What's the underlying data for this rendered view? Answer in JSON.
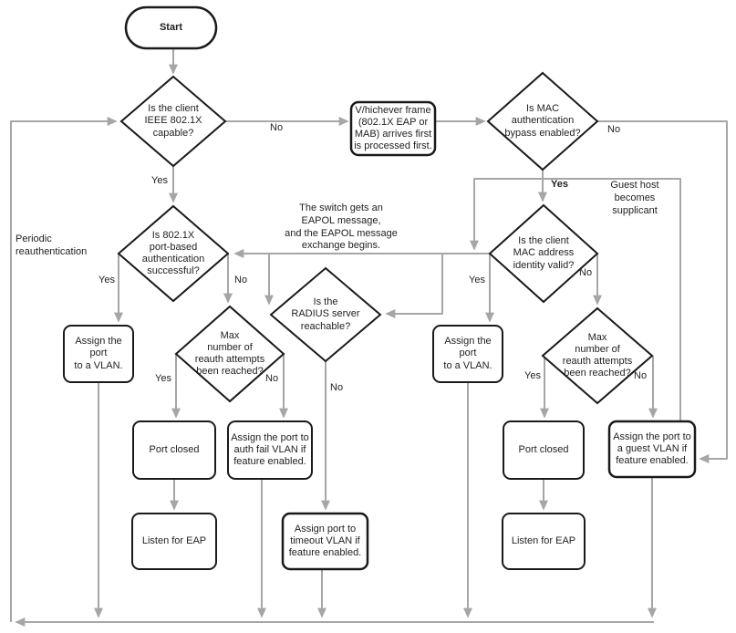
{
  "nodes": {
    "start": "Start",
    "client_capable": "Is the client\nIEEE 802.1X\ncapable?",
    "whichever_frame": "V/hichever frame\n(802.1X EAP or\nMAB) arrives first\nis processed first.",
    "mab_enabled": "Is MAC\nauthentication\nbypass enabled?",
    "port_auth_success": "Is 802.1X\nport-based\nauthentication\nsuccessful?",
    "mac_identity_valid": "Is the client\nMAC address\nidentity valid?",
    "assign_vlan_left": "Assign the port\nto a VLAN.",
    "max_reauth_left": "Max\nnumber of\nreauth attempts\nbeen reached?",
    "radius_reachable": "Is the\nRADIUS server\nreachable?",
    "assign_vlan_right": "Assign the port\nto a VLAN.",
    "max_reauth_right": "Max\nnumber of\nreauth attempts\nbeen reached?",
    "port_closed_left": "Port closed",
    "auth_fail_vlan": "Assign the port to\nauth fail VLAN if\nfeature enabled.",
    "port_closed_right": "Port closed",
    "guest_vlan": "Assign the port to\na guest VLAN if\nfeature enabled.",
    "listen_eap_left": "Listen for EAP",
    "timeout_vlan": "Assign port to\ntimeout VLAN if\nfeature enabled.",
    "listen_eap_right": "Listen for EAP"
  },
  "edge_labels": {
    "capable_no": "No",
    "capable_yes": "Yes",
    "mab_no": "No",
    "mab_yes": "Yes",
    "auth_yes": "Yes",
    "auth_no": "No",
    "identity_yes": "Yes",
    "identity_no": "No",
    "reauth_left_yes": "Yes",
    "reauth_left_no": "No",
    "radius_no": "No",
    "reauth_right_yes": "Yes",
    "reauth_right_no": "No"
  },
  "annotations": {
    "eapol": "The switch gets an\nEAPOL message,\nand the EAPOL message\nexchange begins.",
    "guest_host": "Guest host\nbecomes\nsupplicant",
    "periodic": "Periodic\nreauthentication"
  },
  "colors": {
    "connector": "#a6a6a6",
    "shape_border": "#1a1a1a",
    "text": "#222222",
    "background": "#ffffff"
  }
}
